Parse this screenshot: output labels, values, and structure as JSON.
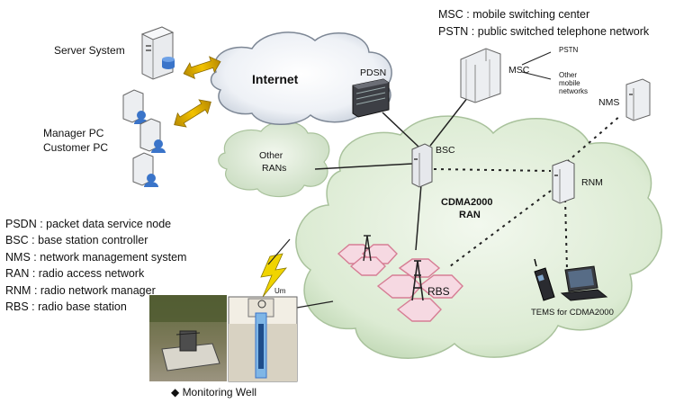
{
  "top_legend": [
    "MSC : mobile switching center",
    "PSTN : public switched telephone network"
  ],
  "nodes": {
    "server_system": "Server System",
    "internet": "Internet",
    "pdsn": "PDSN",
    "manager_pc": "Manager PC",
    "customer_pc": "Customer PC",
    "msc": "MSC",
    "pstn": "PSTN",
    "other_mobile_networks": [
      "Other",
      "mobile",
      "networks"
    ],
    "nms": "NMS",
    "other_rans": [
      "Other",
      "RANs"
    ],
    "bsc": "BSC",
    "rnm": "RNM",
    "ran": [
      "CDMA2000",
      "RAN"
    ],
    "rbs": "RBS",
    "um": "Um",
    "tems": "TEMS for CDMA2000",
    "monitoring_well": "◆ Monitoring Well"
  },
  "left_legend": [
    "PSDN : packet data service node",
    "BSC : base station controller",
    "NMS : network management system",
    "RAN : radio access network",
    "RNM : radio network manager",
    "RBS : radio base station"
  ]
}
